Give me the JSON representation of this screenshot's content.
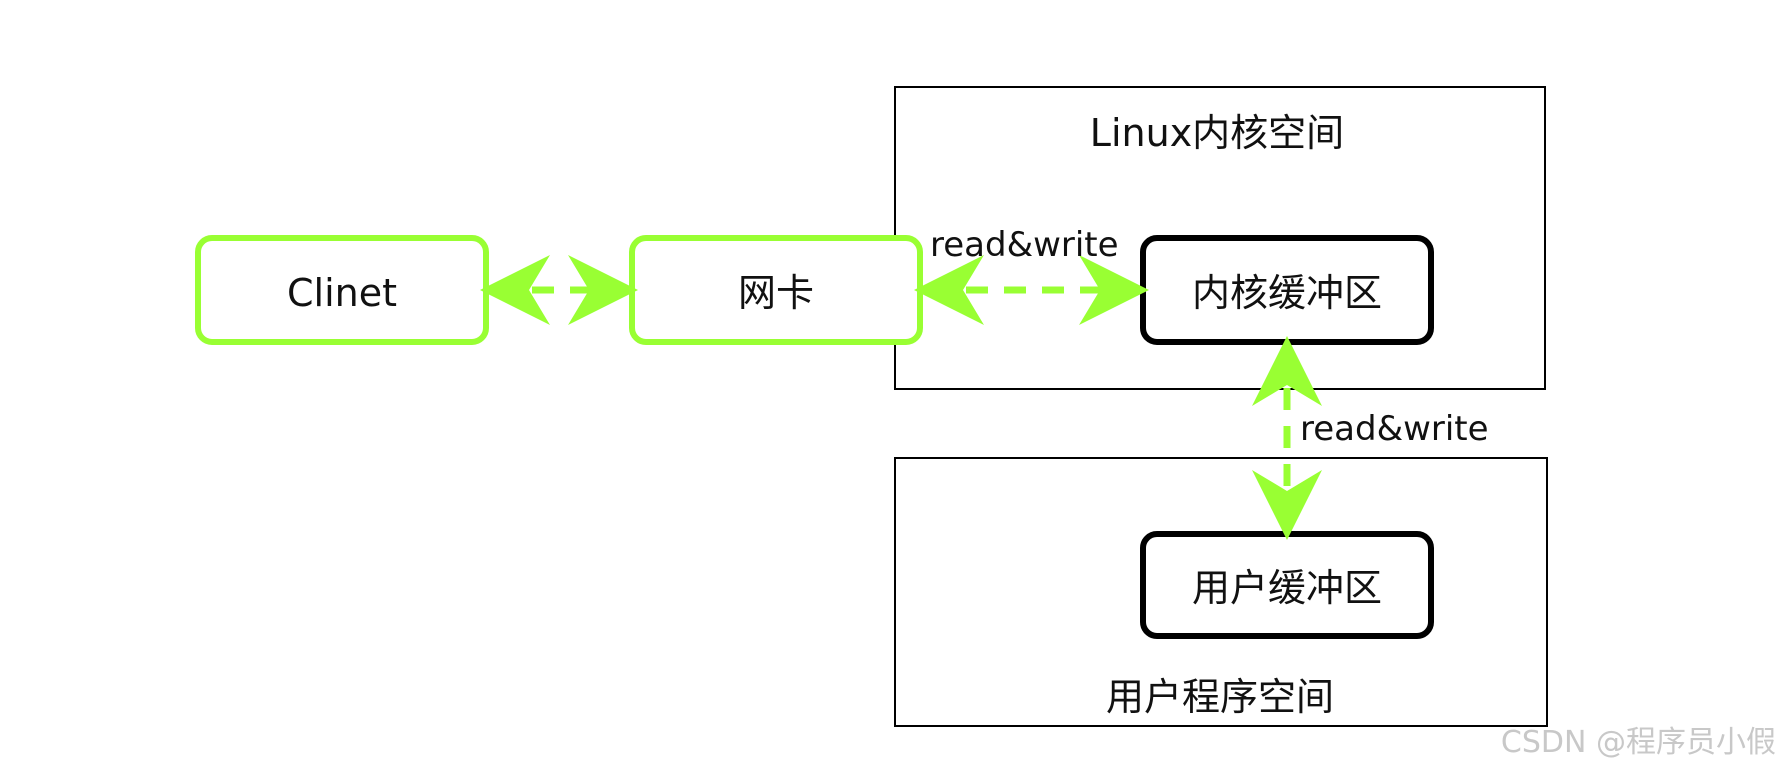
{
  "colors": {
    "client_stroke": "#99ff33",
    "nic_stroke": "#99ff33",
    "buffer_stroke": "#000000",
    "region_stroke": "#000000",
    "arrow": "#99ff33",
    "watermark": "#c8c8c8"
  },
  "regions": {
    "kernel_space": {
      "label": "Linux内核空间"
    },
    "user_space": {
      "label": "用户程序空间"
    }
  },
  "nodes": {
    "client": {
      "label": "Clinet"
    },
    "nic": {
      "label": "网卡"
    },
    "kernel_buffer": {
      "label": "内核缓冲区"
    },
    "user_buffer": {
      "label": "用户缓冲区"
    }
  },
  "edges": {
    "client_nic": {
      "label": ""
    },
    "nic_kernel": {
      "label": "read&write"
    },
    "kernel_user": {
      "label": "read&write"
    }
  },
  "watermark": {
    "text": "CSDN @程序员小假"
  }
}
